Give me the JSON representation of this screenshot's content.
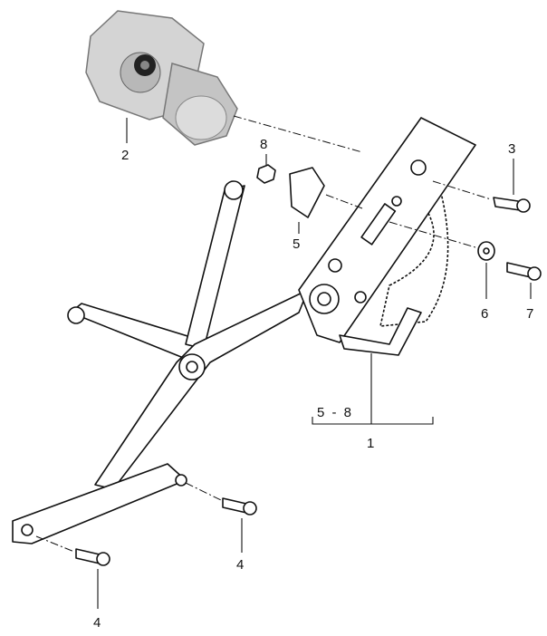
{
  "diagram": {
    "title": "Window regulator assembly exploded view",
    "callouts": {
      "motor": "2",
      "nut": "8",
      "bracket": "5",
      "bolt_top": "3",
      "washer": "6",
      "bolt_side": "7",
      "group_range": "5 - 8",
      "assembly": "1",
      "screw_right": "4",
      "screw_left": "4"
    },
    "colors": {
      "line": "#111111",
      "motor_body": "#c9c9c9",
      "background": "#ffffff"
    }
  }
}
